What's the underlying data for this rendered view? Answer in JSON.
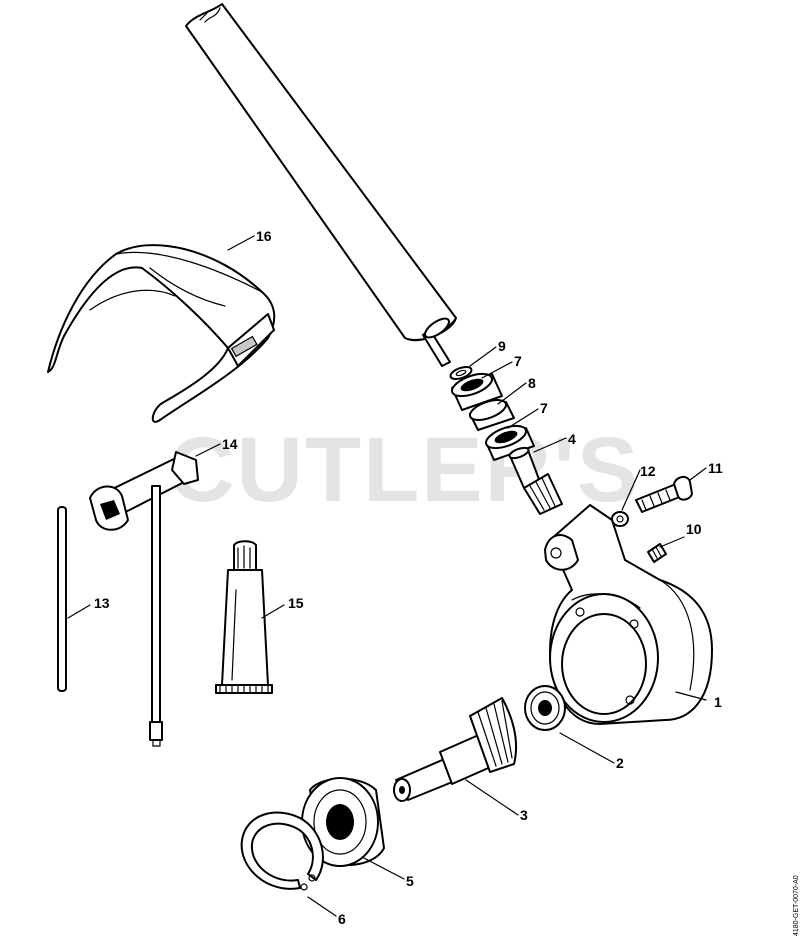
{
  "watermark": "CUTLER'S",
  "document_id": "4180-GET-0070-A0",
  "callouts": {
    "c1": "1",
    "c2": "2",
    "c3": "3",
    "c4": "4",
    "c5": "5",
    "c6": "6",
    "c7a": "7",
    "c7b": "7",
    "c8": "8",
    "c9": "9",
    "c10": "10",
    "c11": "11",
    "c12": "12",
    "c13": "13",
    "c14": "14",
    "c15": "15",
    "c16": "16"
  },
  "parts": [
    {
      "ref": "1",
      "icon": "gear-housing-icon"
    },
    {
      "ref": "2",
      "icon": "small-ball-bearing-icon"
    },
    {
      "ref": "3",
      "icon": "drive-shaft-bevel-gear-icon"
    },
    {
      "ref": "4",
      "icon": "pinion-icon"
    },
    {
      "ref": "5",
      "icon": "large-ball-bearing-icon"
    },
    {
      "ref": "6",
      "icon": "circlip-icon"
    },
    {
      "ref": "7",
      "icon": "bearing-ring-icon"
    },
    {
      "ref": "8",
      "icon": "spacer-sleeve-icon"
    },
    {
      "ref": "9",
      "icon": "washer-icon"
    },
    {
      "ref": "10",
      "icon": "set-screw-icon"
    },
    {
      "ref": "11",
      "icon": "screw-icon"
    },
    {
      "ref": "12",
      "icon": "washer-icon"
    },
    {
      "ref": "13",
      "icon": "steel-pin-icon"
    },
    {
      "ref": "14",
      "icon": "combination-wrench-icon"
    },
    {
      "ref": "15",
      "icon": "grease-tube-icon"
    },
    {
      "ref": "16",
      "icon": "safety-glasses-icon"
    }
  ]
}
